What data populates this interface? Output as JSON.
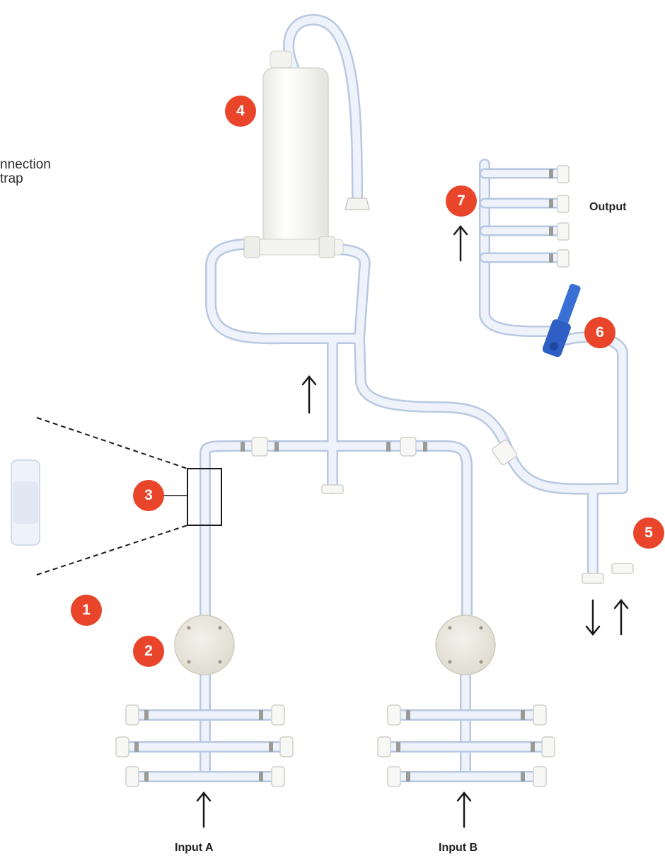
{
  "labels": {
    "partial_line_1": "nnection",
    "partial_line_2": "trap",
    "output": "Output",
    "input_a": "Input A",
    "input_b": "Input B"
  },
  "badges": [
    "1",
    "2",
    "3",
    "4",
    "5",
    "6",
    "7"
  ],
  "colors": {
    "badge": "#e8452a",
    "tube": "#e6ecf7",
    "tube_edge": "#b9c8e2",
    "connector": "#f7f7f5",
    "metal": "#9a9a96",
    "valve_blue": "#3a6fd6",
    "filter_body": "#f9f9f6",
    "pump_body": "#e9e7de"
  },
  "icons": [
    "arrow-up-icon",
    "arrow-down-icon"
  ]
}
